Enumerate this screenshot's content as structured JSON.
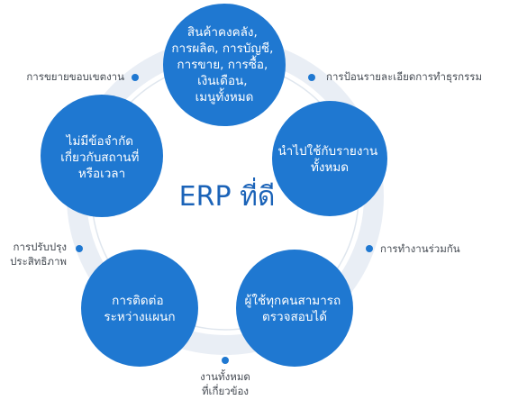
{
  "center_title": "ERP ที่ดี",
  "nodes": [
    {
      "id": "top",
      "lines": [
        "สินค้าคงคลัง,",
        "การผลิต, การบัญชี,",
        "การขาย, การซื้อ,",
        "เงินเดือน,",
        "เมนูทั้งหมด"
      ]
    },
    {
      "id": "right",
      "lines": [
        "นำไปใช้กับรายงาน",
        "ทั้งหมด"
      ]
    },
    {
      "id": "bottom-right",
      "lines": [
        "ผู้ใช้ทุกคนสามารถ",
        "ตรวจสอบได้"
      ]
    },
    {
      "id": "bottom-left",
      "lines": [
        "การติดต่อ",
        "ระหว่างแผนก"
      ]
    },
    {
      "id": "left",
      "lines": [
        "ไม่มีข้อจำกัด",
        "เกี่ยวกับสถานที่",
        "หรือเวลา"
      ]
    }
  ],
  "labels": {
    "top_right": "การป้อนรายละเอียดการทำธุรกรรม",
    "right": "การทำงานร่วมกัน",
    "bottom_line1": "งานทั้งหมด",
    "bottom_line2": "ที่เกี่ยวข้อง",
    "left_line1": "การปรับปรุง",
    "left_line2": "ประสิทธิภาพ",
    "top_left": "การขยายขอบเขตงาน"
  },
  "colors": {
    "node": "#1f78d1",
    "center_text": "#1b63b8",
    "ring": "#e9eef5"
  }
}
